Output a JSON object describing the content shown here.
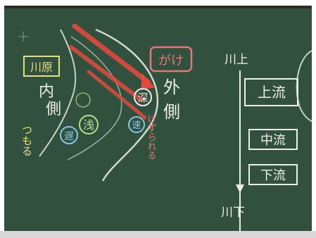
{
  "board": {
    "left": {
      "boxed_label": "川原",
      "inner_side": [
        "内",
        "側"
      ],
      "accumulates": "つもる",
      "shallow": "浅",
      "slow": "遅"
    },
    "middle": {
      "boxed_label": "がけ",
      "outer_side": [
        "外",
        "側"
      ],
      "deep": "深",
      "fast": "速",
      "eroded": "けずられる"
    },
    "right": {
      "river_up": "川上",
      "upper": "上流",
      "middle": "中流",
      "lower": "下流",
      "river_down": "川下"
    },
    "colors": {
      "board": "#2f4f3c",
      "chalk_white": "#eef0e6",
      "chalk_yellow": "#e6e07a",
      "chalk_red": "#e2787c",
      "chalk_green": "#b6e08a",
      "chalk_blue": "#8ac6e6",
      "arrow_red": "#e24a3f"
    }
  }
}
